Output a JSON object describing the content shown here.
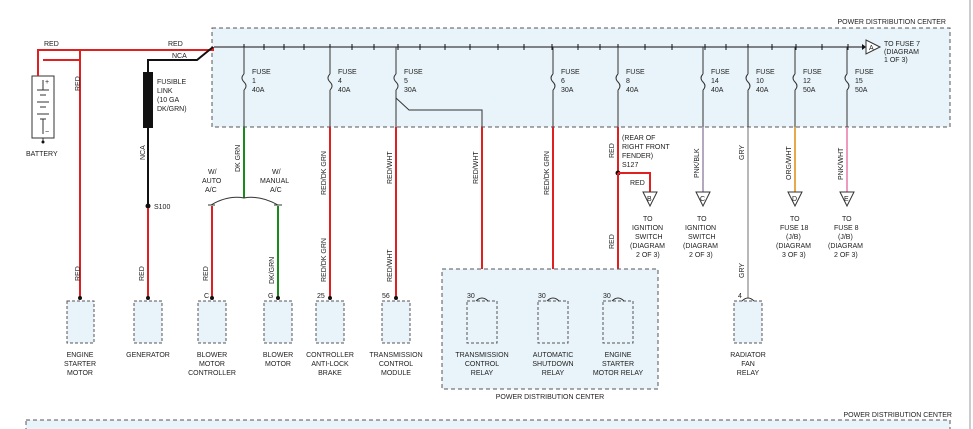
{
  "pdc_label": "POWER DISTRIBUTION CENTER",
  "battery": {
    "label": "BATTERY",
    "plus": "+",
    "minus": "−"
  },
  "wires": {
    "red": "RED",
    "nca": "NCA",
    "fusible_link": [
      "FUSIBLE",
      "LINK",
      "(10 GA",
      "DK/GRN)"
    ],
    "dkgrn": "DK GRN",
    "reddkgrn": "RED/DK GRN",
    "redwht": "RED/WHT",
    "pnkblk": "PNK/BLK",
    "gry": "GRY",
    "orgwht": "ORG/WHT",
    "pnkwht": "PNK/WHT",
    "dkgrn_slash": "DK/GRN"
  },
  "splices": {
    "s100": "S100",
    "s127": "S127",
    "s127_note": [
      "(REAR OF",
      "RIGHT FRONT",
      "FENDER)"
    ]
  },
  "fuses": [
    {
      "label": "FUSE",
      "num": "1",
      "amp": "40A"
    },
    {
      "label": "FUSE",
      "num": "4",
      "amp": "40A"
    },
    {
      "label": "FUSE",
      "num": "5",
      "amp": "30A"
    },
    {
      "label": "FUSE",
      "num": "6",
      "amp": "30A"
    },
    {
      "label": "FUSE",
      "num": "8",
      "amp": "40A"
    },
    {
      "label": "FUSE",
      "num": "14",
      "amp": "40A"
    },
    {
      "label": "FUSE",
      "num": "10",
      "amp": "40A"
    },
    {
      "label": "FUSE",
      "num": "12",
      "amp": "50A"
    },
    {
      "label": "FUSE",
      "num": "15",
      "amp": "50A"
    }
  ],
  "connectors": {
    "A": {
      "letter": "A",
      "text": [
        "TO FUSE 7",
        "(DIAGRAM",
        "1 OF 3)"
      ]
    },
    "B": {
      "letter": "B",
      "text": [
        "TO",
        "IGNITION",
        "SWITCH",
        "(DIAGRAM",
        "2 OF 3)"
      ]
    },
    "C": {
      "letter": "C",
      "text": [
        "TO",
        "IGNITION",
        "SWITCH",
        "(DIAGRAM",
        "2 OF 3)"
      ]
    },
    "D": {
      "letter": "D",
      "text": [
        "TO",
        "FUSE 18",
        "(J/B)",
        "(DIAGRAM",
        "3 OF 3)"
      ]
    },
    "E": {
      "letter": "E",
      "text": [
        "TO",
        "FUSE 8",
        "(J/B)",
        "(DIAGRAM",
        "2 OF 3)"
      ]
    }
  },
  "options": {
    "auto": [
      "W/",
      "AUTO",
      "A/C"
    ],
    "manual": [
      "W/",
      "MANUAL",
      "A/C"
    ]
  },
  "components": [
    {
      "pin": "",
      "lines": [
        "ENGINE",
        "STARTER",
        "MOTOR"
      ]
    },
    {
      "pin": "",
      "lines": [
        "GENERATOR"
      ]
    },
    {
      "pin": "C",
      "lines": [
        "BLOWER",
        "MOTOR",
        "CONTROLLER"
      ]
    },
    {
      "pin": "G",
      "lines": [
        "BLOWER",
        "MOTOR"
      ]
    },
    {
      "pin": "25",
      "lines": [
        "CONTROLLER",
        "ANTI-LOCK",
        "BRAKE"
      ]
    },
    {
      "pin": "56",
      "lines": [
        "TRANSMISSION",
        "CONTROL",
        "MODULE"
      ]
    },
    {
      "pin": "30",
      "lines": [
        "TRANSMISSION",
        "CONTROL",
        "RELAY"
      ]
    },
    {
      "pin": "30",
      "lines": [
        "AUTOMATIC",
        "SHUTDOWN",
        "RELAY"
      ]
    },
    {
      "pin": "30",
      "lines": [
        "ENGINE",
        "STARTER",
        "MOTOR RELAY"
      ]
    },
    {
      "pin": "4",
      "lines": [
        "RADIATOR",
        "FAN",
        "RELAY"
      ]
    }
  ]
}
